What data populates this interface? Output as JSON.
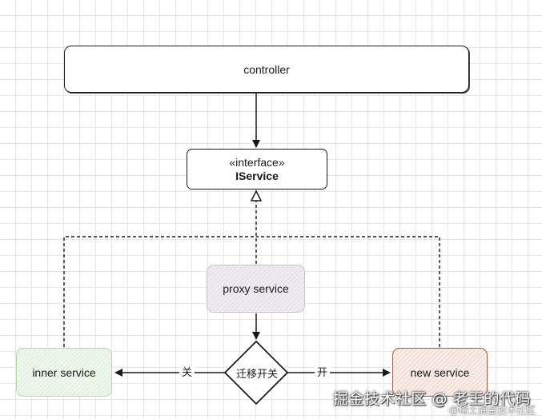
{
  "nodes": {
    "controller": {
      "label": "controller"
    },
    "iservice": {
      "stereotype": "«interface»",
      "name": "IService"
    },
    "proxy": {
      "label": "proxy service"
    },
    "inner": {
      "label": "inner service"
    },
    "new_service": {
      "label": "new service"
    },
    "decision": {
      "label": "迁移开关"
    }
  },
  "edges": {
    "off_label": "关",
    "on_label": "开"
  },
  "watermark": {
    "main": "掘金技术社区 @ 老王的代码",
    "sub": "@稀土掘金技术社区"
  },
  "colors": {
    "stroke": "#1a1a1a",
    "proxy_fill": "#e6e1ea",
    "inner_fill": "#e4f1e1",
    "new_fill": "#f2ddd6",
    "grid": "#e6e6e6"
  }
}
